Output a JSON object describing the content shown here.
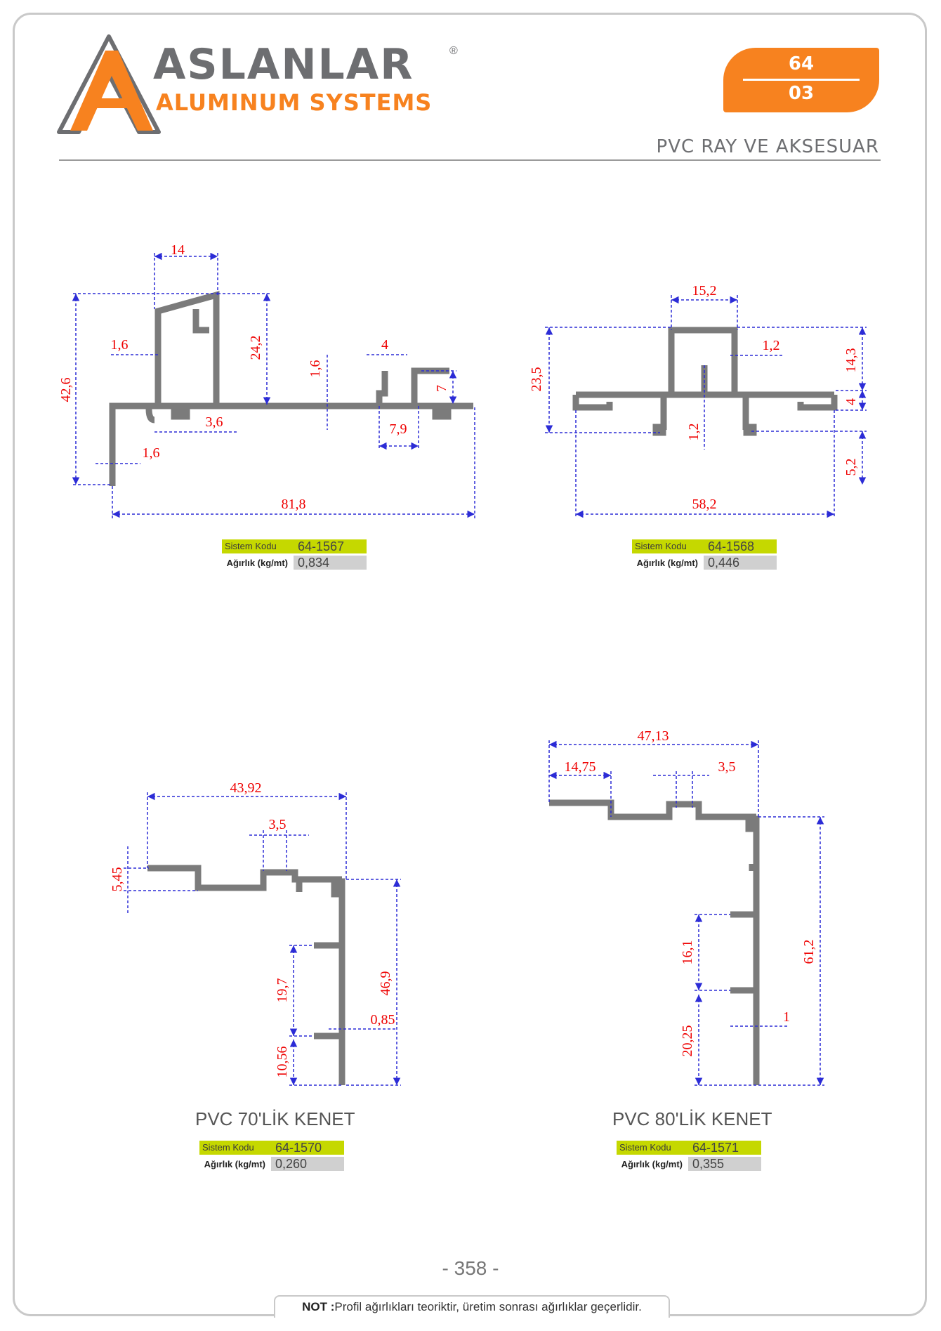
{
  "header": {
    "brand_name": "ASLANLAR",
    "brand_sub": "ALUMINUM SYSTEMS",
    "registered": "®",
    "page_code_top": "64",
    "page_code_bottom": "03",
    "section_title": "PVC RAY VE  AKSESUAR"
  },
  "colors": {
    "accent": "#f7821f",
    "profile": "#7b7b7b",
    "dimension_line": "#2c2cd6",
    "dimension_text": "#e00000",
    "code_bg": "#c5d800",
    "weight_bg": "#d0d0d0"
  },
  "spec_labels": {
    "code": "Sistem Kodu",
    "weight": "Ağırlık (kg/mt)"
  },
  "profiles": [
    {
      "code": "64-1567",
      "weight": "0,834",
      "caption": "",
      "dims": [
        "14",
        "42,6",
        "24,2",
        "1,6",
        "1,6",
        "4",
        "7",
        "3,6",
        "7,9",
        "1,6",
        "81,8"
      ]
    },
    {
      "code": "64-1568",
      "weight": "0,446",
      "caption": "",
      "dims": [
        "15,2",
        "23,5",
        "1,2",
        "14,3",
        "4",
        "1,2",
        "5,2",
        "58,2"
      ]
    },
    {
      "code": "64-1570",
      "weight": "0,260",
      "caption": "PVC 70'LİK KENET",
      "dims": [
        "43,92",
        "3,5",
        "5,45",
        "19,7",
        "46,9",
        "0,85",
        "10,56"
      ]
    },
    {
      "code": "64-1571",
      "weight": "0,355",
      "caption": "PVC 80'LİK KENET",
      "dims": [
        "47,13",
        "14,75",
        "3,5",
        "61,2",
        "16,1",
        "1",
        "20,25"
      ]
    }
  ],
  "page_number": "- 358 -",
  "footer": {
    "note_label": "NOT :",
    "note_text": "Profil ağırlıkları teoriktir, üretim sonrası ağırlıklar geçerlidir."
  }
}
